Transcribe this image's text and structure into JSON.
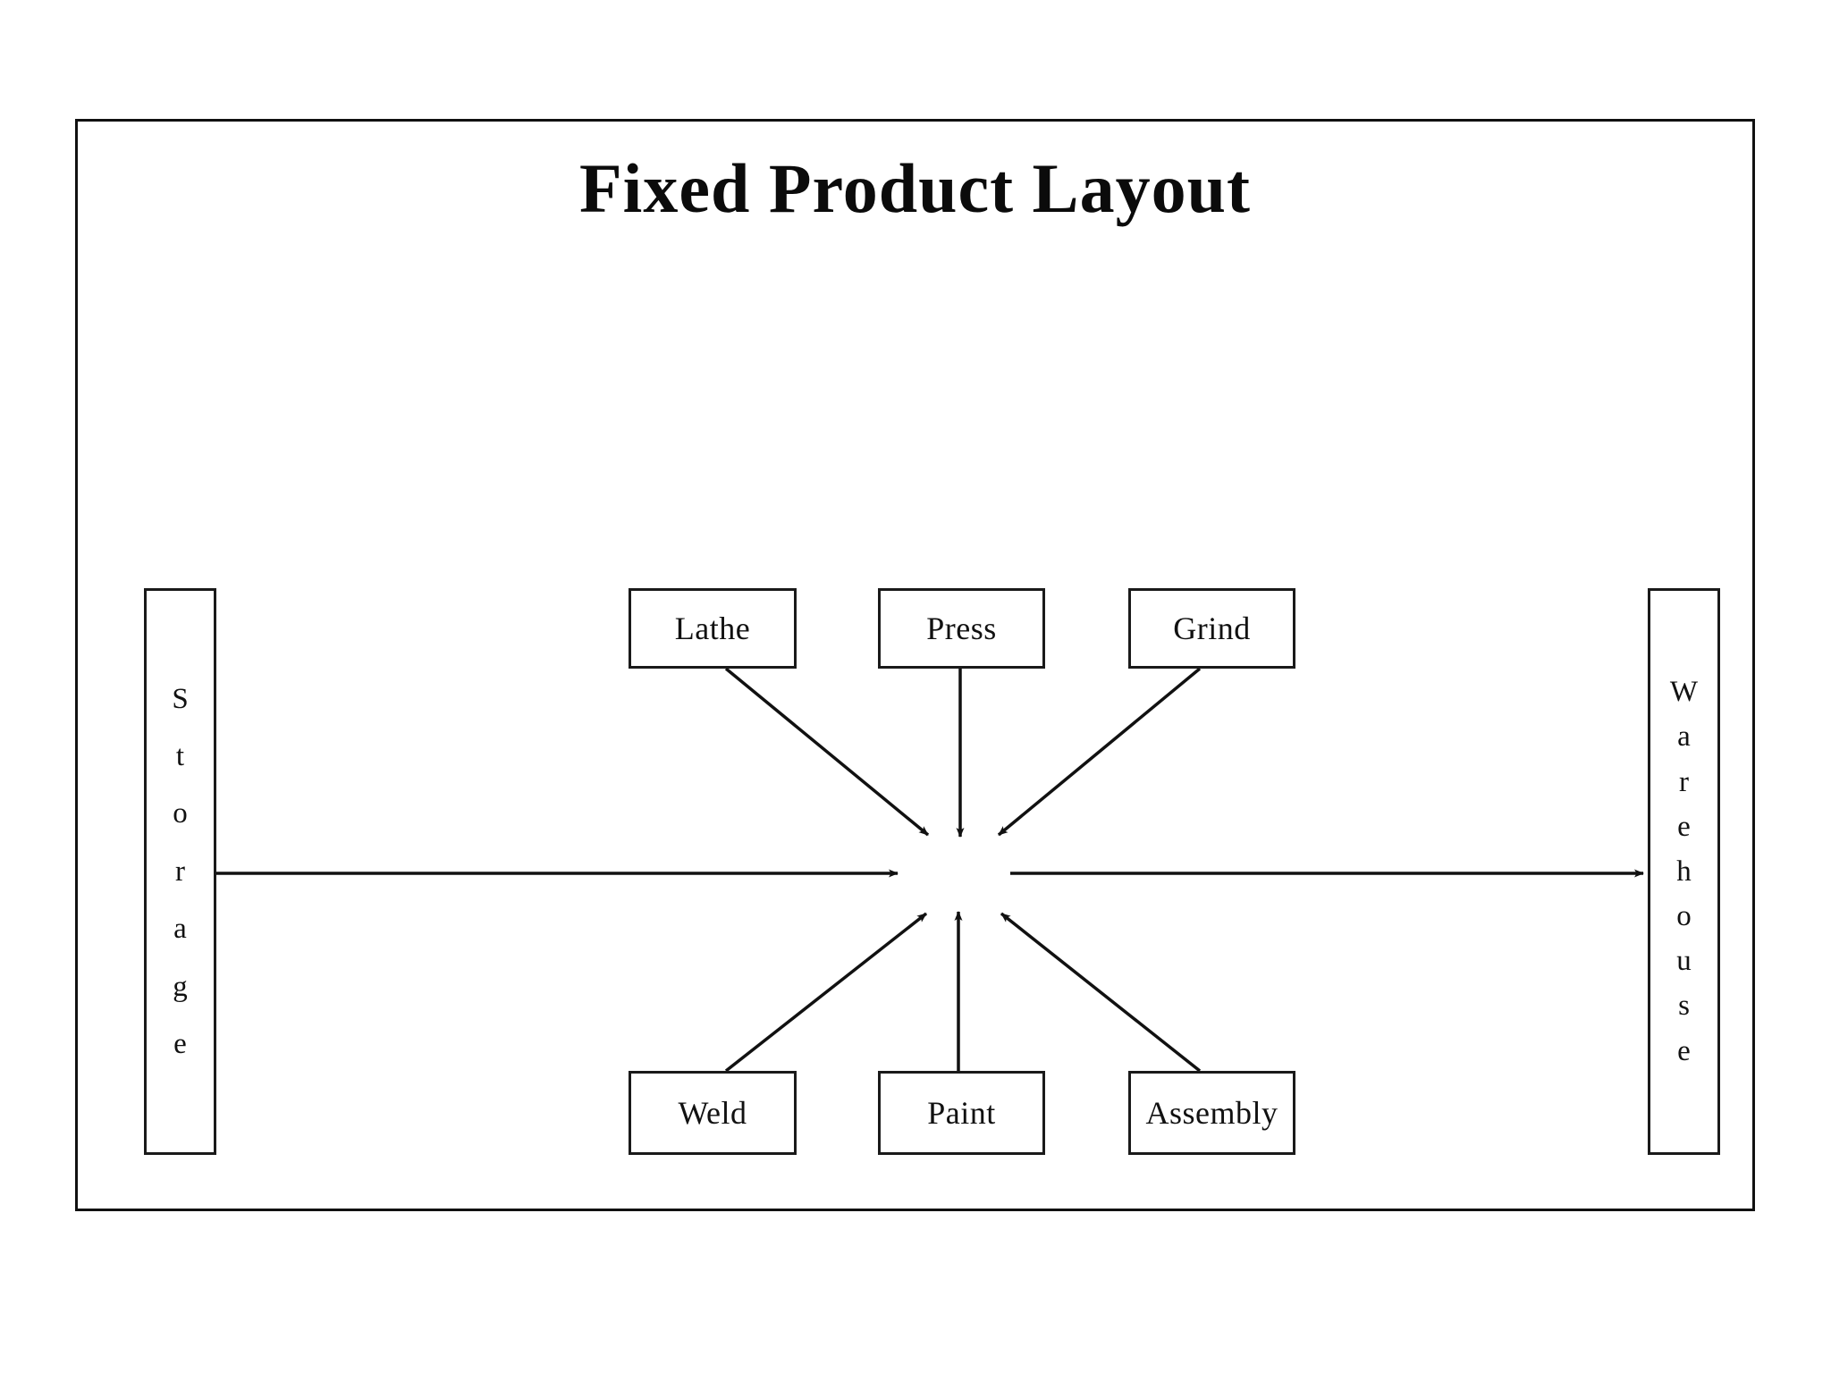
{
  "page": {
    "background_color": "#ffffff",
    "frame_color": "#111111",
    "text_color": "#111111"
  },
  "diagram": {
    "title": "Fixed Product Layout",
    "type": "fixed-position-layout-flow",
    "source": {
      "id": "storage",
      "label": "Storage",
      "letters": [
        "S",
        "t",
        "o",
        "r",
        "a",
        "g",
        "e"
      ]
    },
    "destination": {
      "id": "warehouse",
      "label": "Warehouse",
      "letters": [
        "W",
        "a",
        "r",
        "e",
        "h",
        "o",
        "u",
        "s",
        "e"
      ]
    },
    "top_row": [
      {
        "id": "lathe",
        "label": "Lathe"
      },
      {
        "id": "press",
        "label": "Press"
      },
      {
        "id": "grind",
        "label": "Grind"
      }
    ],
    "bottom_row": [
      {
        "id": "weld",
        "label": "Weld"
      },
      {
        "id": "paint",
        "label": "Paint"
      },
      {
        "id": "assembly",
        "label": "Assembly"
      }
    ],
    "connections": [
      {
        "from": "lathe",
        "to": "center",
        "style": "arrow"
      },
      {
        "from": "press",
        "to": "center",
        "style": "arrow"
      },
      {
        "from": "grind",
        "to": "center",
        "style": "arrow"
      },
      {
        "from": "weld",
        "to": "center",
        "style": "arrow"
      },
      {
        "from": "paint",
        "to": "center",
        "style": "arrow"
      },
      {
        "from": "assembly",
        "to": "center",
        "style": "arrow"
      },
      {
        "from": "storage",
        "to": "center",
        "style": "arrow"
      },
      {
        "from": "center",
        "to": "warehouse",
        "style": "arrow"
      }
    ]
  }
}
